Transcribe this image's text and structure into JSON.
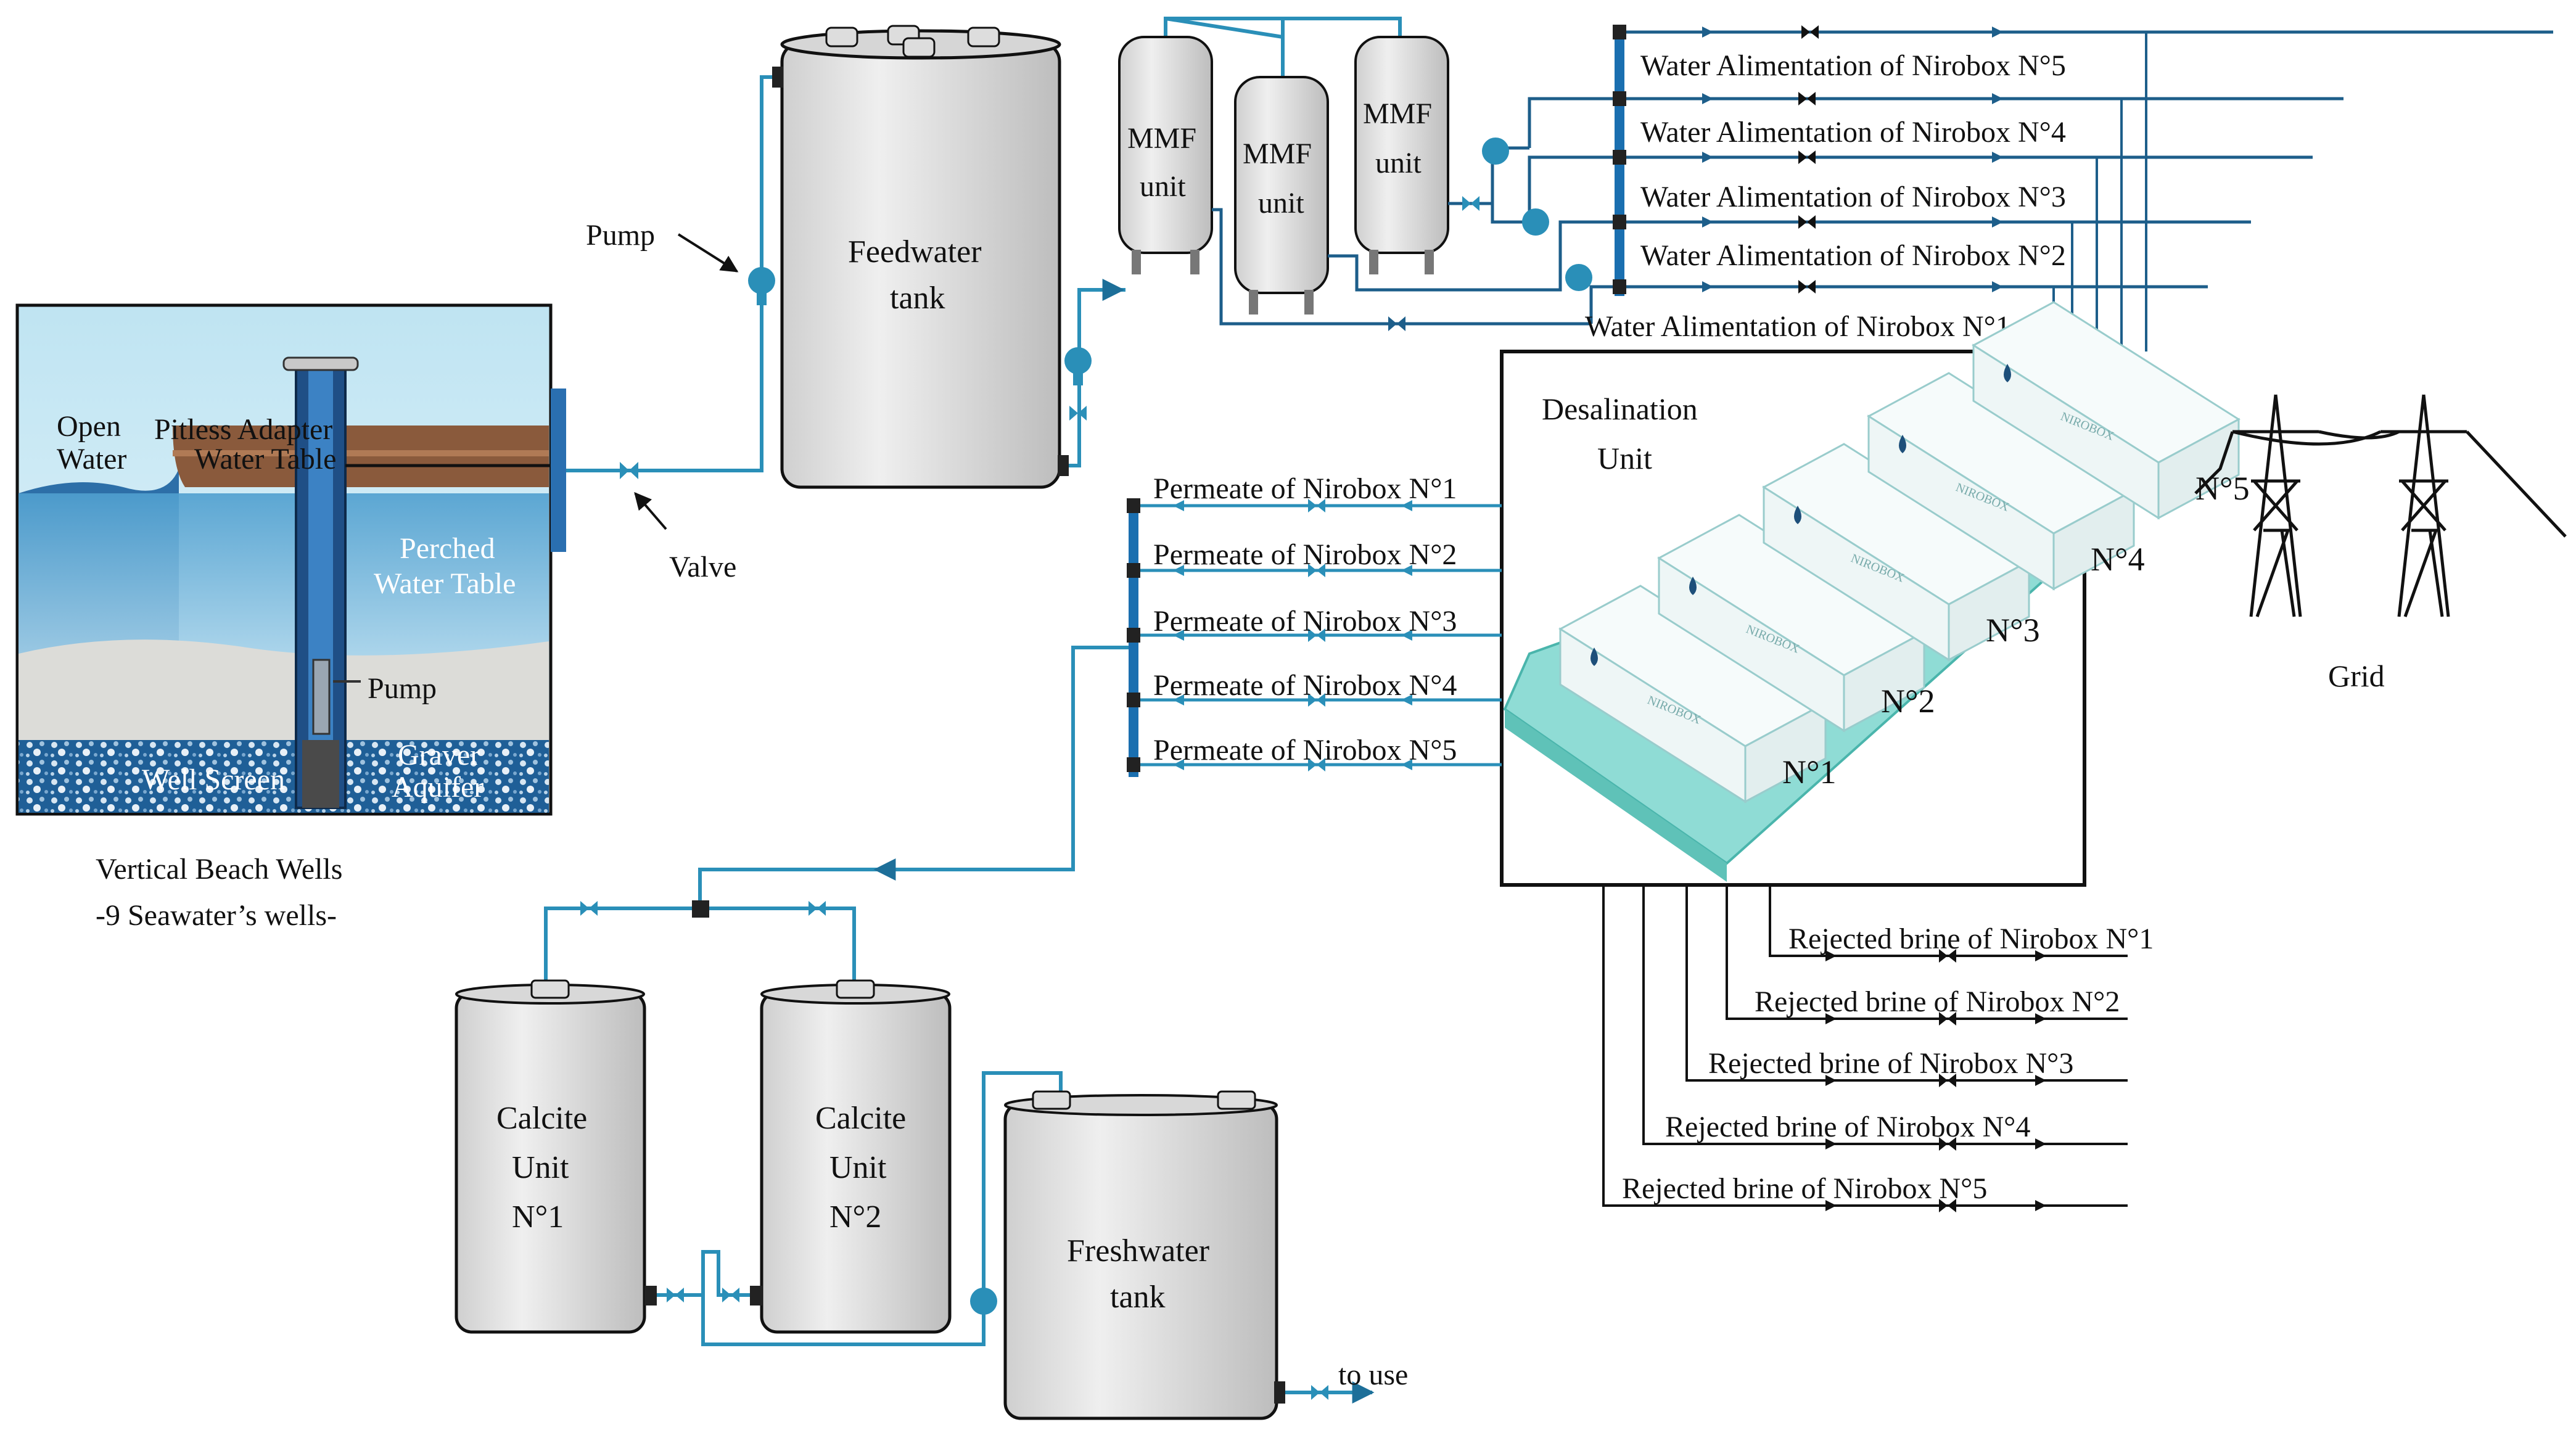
{
  "well": {
    "labels": {
      "open_water": [
        "Open",
        "Water"
      ],
      "pitless_adapter": "Pitless Adapter",
      "water_table": "Water Table",
      "perched_water_table": [
        "Perched",
        "Water Table"
      ],
      "pump": "Pump",
      "well_screen": "Well Screen",
      "gravel_aquifer": [
        "Graver",
        "Aquifer"
      ]
    },
    "caption": [
      "Vertical Beach Wells",
      "-9 Seawater’s wells-"
    ]
  },
  "pump_label": "Pump",
  "valve_label": "Valve",
  "feed_tank": [
    "Feedwater",
    "tank"
  ],
  "mmf_units": [
    [
      "MMF",
      "unit"
    ],
    [
      "MMF",
      "unit"
    ],
    [
      "MMF",
      "unit"
    ]
  ],
  "alimentations": [
    "Water Alimentation of Nirobox N°5",
    "Water Alimentation of Nirobox N°4",
    "Water Alimentation of Nirobox N°3",
    "Water Alimentation of Nirobox N°2",
    "Water Alimentation of Nirobox N°1"
  ],
  "desal": {
    "title": [
      "Desalination",
      "Unit"
    ],
    "boxes": [
      "N°1",
      "N°2",
      "N°3",
      "N°4",
      "N°5"
    ],
    "brand": "NIROBOX"
  },
  "permeates": [
    "Permeate of Nirobox N°1",
    "Permeate of Nirobox N°2",
    "Permeate of Nirobox N°3",
    "Permeate of Nirobox N°4",
    "Permeate of Nirobox N°5"
  ],
  "brines": [
    "Rejected brine of Nirobox N°1",
    "Rejected brine of Nirobox N°2",
    "Rejected brine of Nirobox N°3",
    "Rejected brine of Nirobox N°4",
    "Rejected brine of Nirobox N°5"
  ],
  "grid_label": "Grid",
  "calcite": [
    [
      "Calcite",
      "Unit",
      "N°1"
    ],
    [
      "Calcite",
      "Unit",
      "N°2"
    ]
  ],
  "fresh_tank": [
    "Freshwater",
    "tank"
  ],
  "to_use": "to use",
  "colors": {
    "pipe": "#2a8fb8",
    "pipe_dark": "#1d5e8a",
    "header": "#1a6fb0",
    "teal": "#7fd6cf",
    "tank_fill": "#e4e4e4"
  }
}
